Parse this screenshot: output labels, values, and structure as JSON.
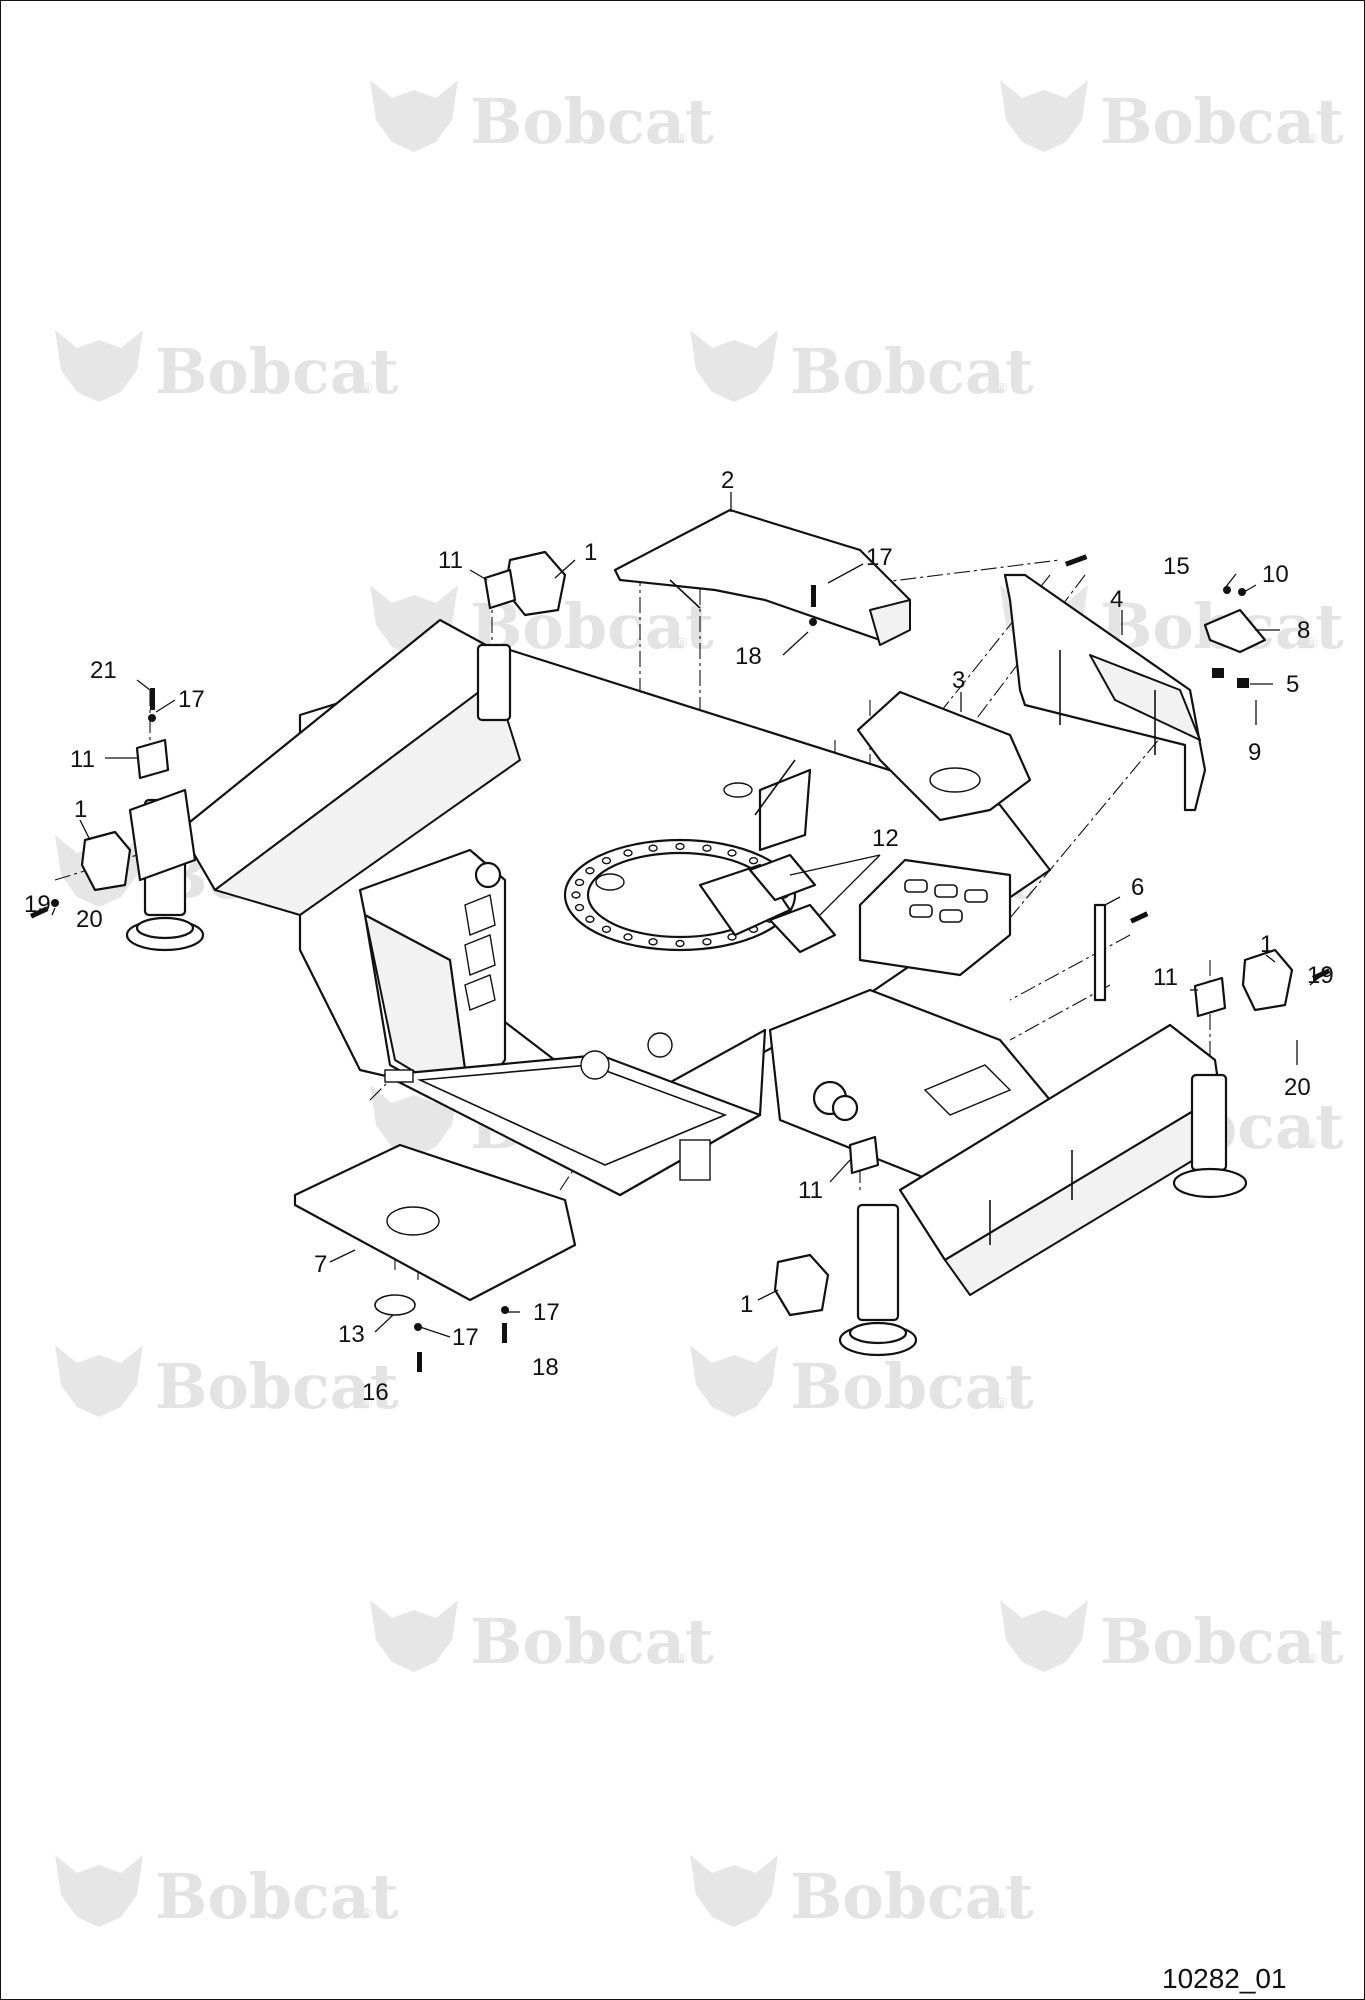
{
  "watermark": {
    "brand": "Bobcat",
    "registered": "®"
  },
  "figure_id": "10282_01",
  "callouts": [
    {
      "id": "c1",
      "label": "1"
    },
    {
      "id": "c2",
      "label": "2"
    },
    {
      "id": "c3",
      "label": "3"
    },
    {
      "id": "c4",
      "label": "4"
    },
    {
      "id": "c5",
      "label": "5"
    },
    {
      "id": "c6",
      "label": "6"
    },
    {
      "id": "c7",
      "label": "7"
    },
    {
      "id": "c8",
      "label": "8"
    },
    {
      "id": "c9",
      "label": "9"
    },
    {
      "id": "c10",
      "label": "10"
    },
    {
      "id": "c11",
      "label": "11"
    },
    {
      "id": "c12",
      "label": "12"
    },
    {
      "id": "c13",
      "label": "13"
    },
    {
      "id": "c15",
      "label": "15"
    },
    {
      "id": "c16",
      "label": "16"
    },
    {
      "id": "c17",
      "label": "17"
    },
    {
      "id": "c18",
      "label": "18"
    },
    {
      "id": "c19",
      "label": "19"
    },
    {
      "id": "c20",
      "label": "20"
    },
    {
      "id": "c21",
      "label": "21"
    }
  ]
}
